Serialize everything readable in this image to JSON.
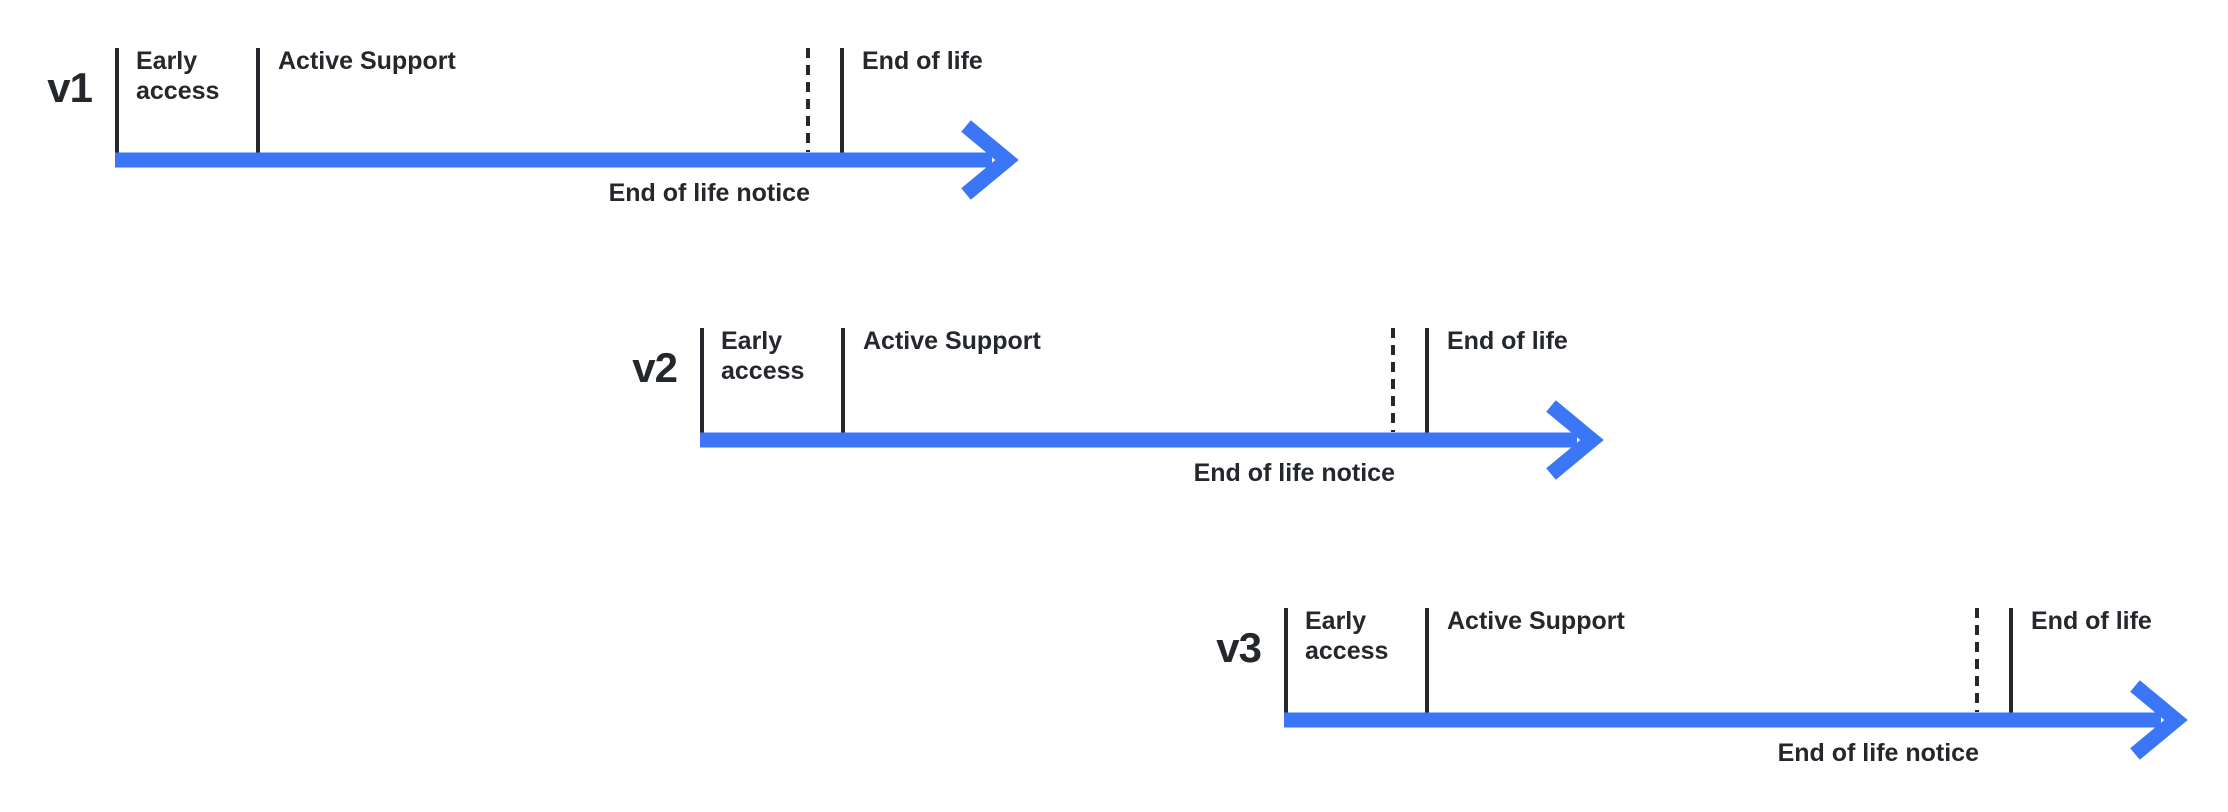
{
  "colors": {
    "accent_blue": "#3B76F6",
    "ink": "#24272B",
    "background": "#FFFFFF"
  },
  "rows": [
    {
      "version": "v1",
      "early_access": "Early access",
      "active_support": "Active Support",
      "end_of_life": "End of life",
      "end_of_life_notice": "End of life notice"
    },
    {
      "version": "v2",
      "early_access": "Early access",
      "active_support": "Active Support",
      "end_of_life": "End of life",
      "end_of_life_notice": "End of life notice"
    },
    {
      "version": "v3",
      "early_access": "Early access",
      "active_support": "Active Support",
      "end_of_life": "End of life",
      "end_of_life_notice": "End of life notice"
    }
  ]
}
